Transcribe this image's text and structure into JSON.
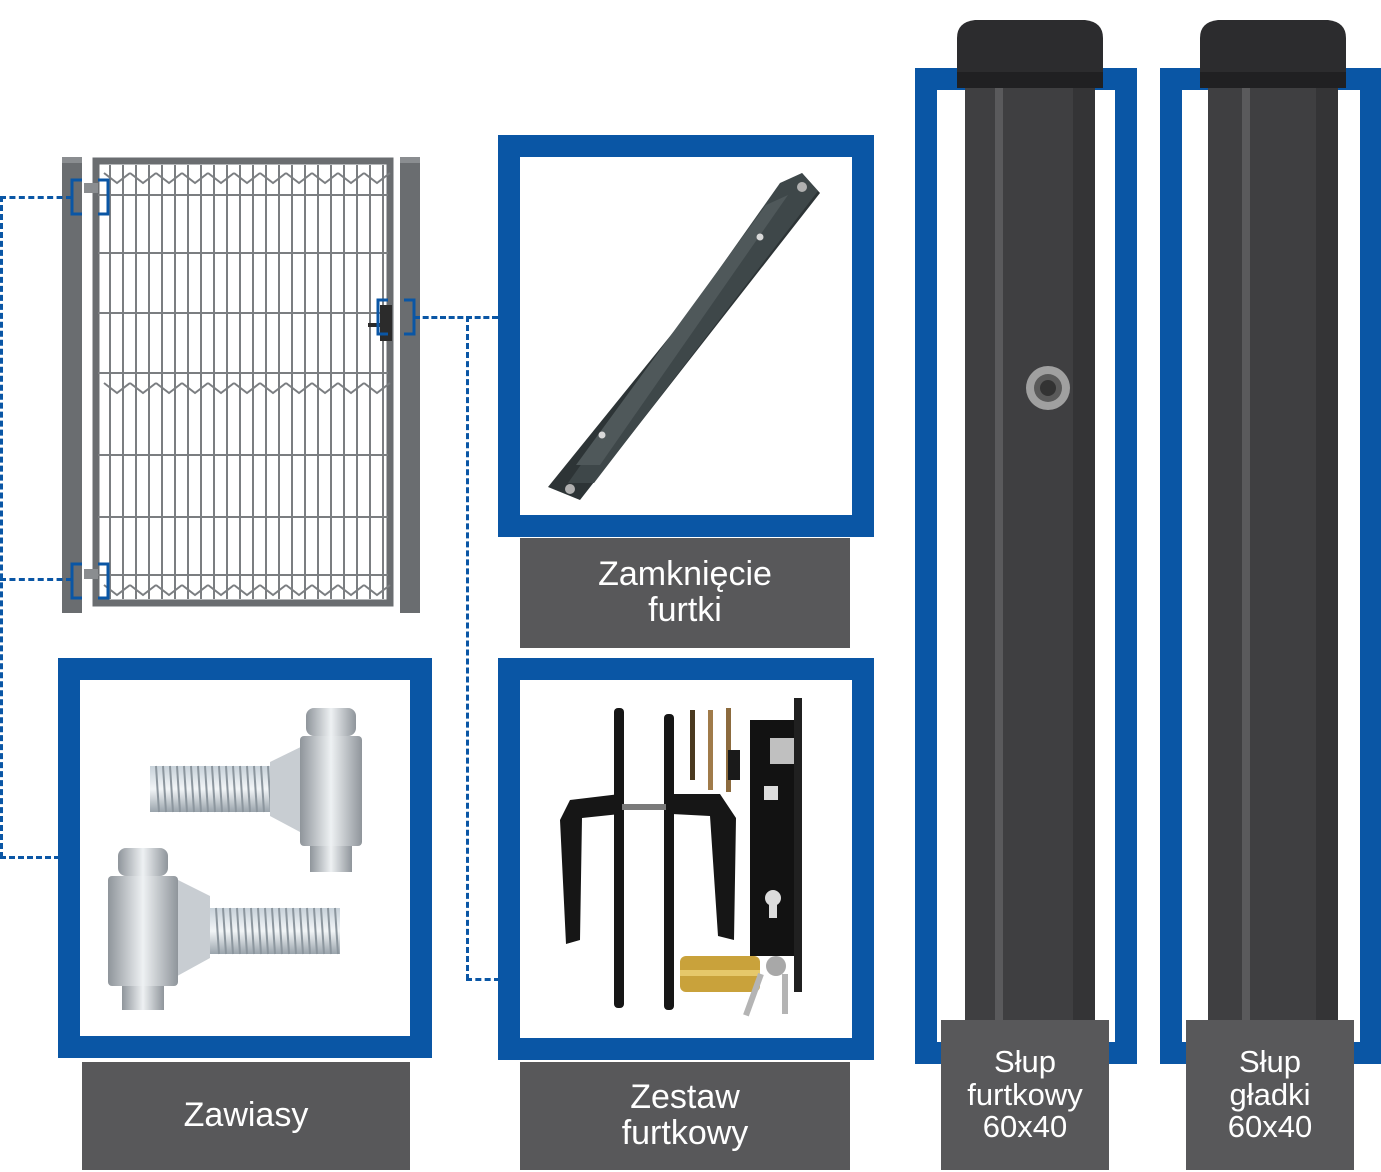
{
  "products": {
    "hinges": {
      "label": "Zawiasy"
    },
    "gate_closure": {
      "line1": "Zamknięcie",
      "line2": "furtki"
    },
    "gate_kit": {
      "line1": "Zestaw",
      "line2": "furtkowy"
    },
    "gate_post": {
      "line1": "Słup",
      "line2": "furtkowy",
      "line3": "60x40"
    },
    "plain_post": {
      "line1": "Słup",
      "line2": "gładki",
      "line3": "60x40"
    }
  },
  "colors": {
    "frame_blue": "#0a56a5",
    "label_gray": "#58585a",
    "post_anthracite": "#3f3f41",
    "gate_gray": "#6a6d70"
  },
  "icons": [
    "gate-illustration",
    "hinge-icon",
    "closure-bracket-icon",
    "lock-kit-icon",
    "post-icon",
    "post-cap-icon"
  ]
}
